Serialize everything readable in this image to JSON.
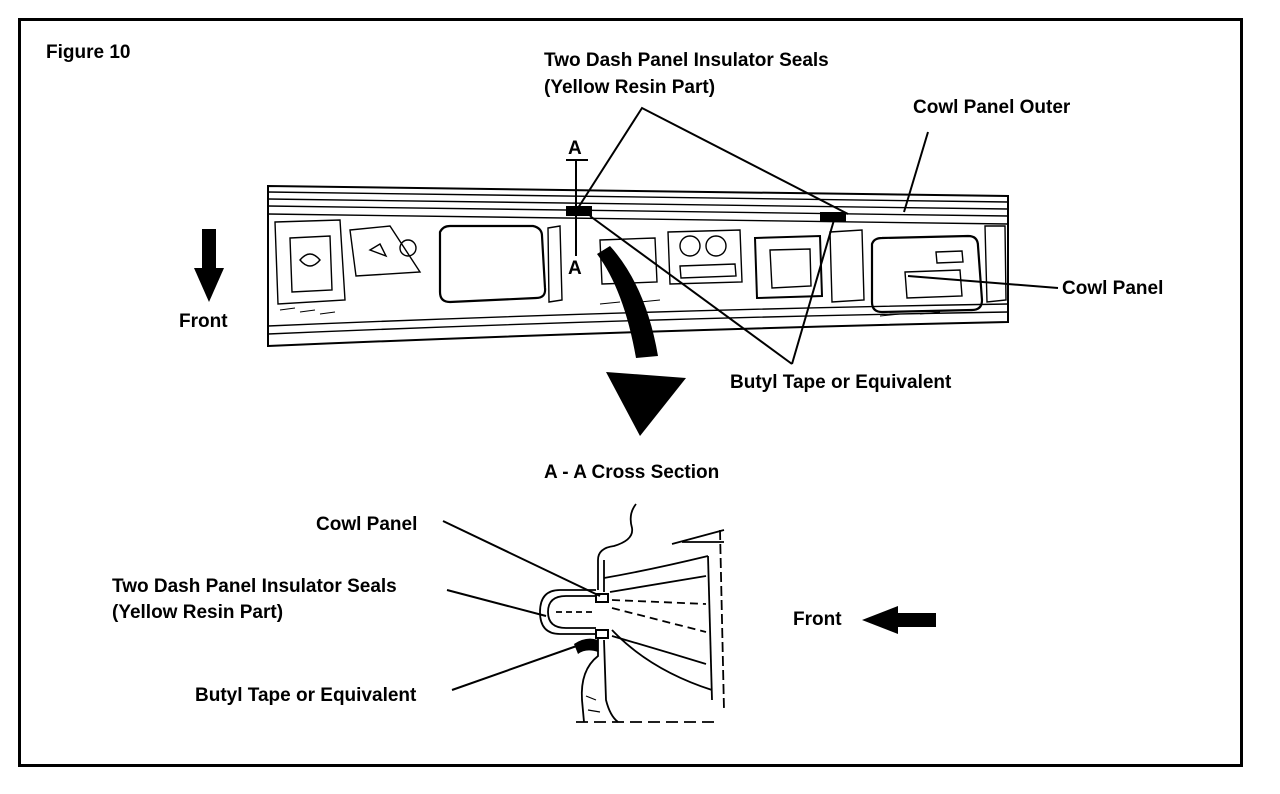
{
  "figure_label": "Figure 10",
  "top_view": {
    "seals_label_line1": "Two Dash Panel Insulator Seals",
    "seals_label_line2": "(Yellow Resin Part)",
    "cowl_outer_label": "Cowl Panel Outer",
    "cowl_panel_label": "Cowl Panel",
    "butyl_label": "Butyl Tape or Equivalent",
    "front_label": "Front",
    "section_mark_top": "A",
    "section_mark_bottom": "A"
  },
  "cross_section": {
    "title": "A - A Cross Section",
    "cowl_panel_label": "Cowl Panel",
    "seals_label_line1": "Two Dash Panel Insulator Seals",
    "seals_label_line2": "(Yellow Resin Part)",
    "butyl_label": "Butyl Tape or Equivalent",
    "front_label": "Front"
  }
}
